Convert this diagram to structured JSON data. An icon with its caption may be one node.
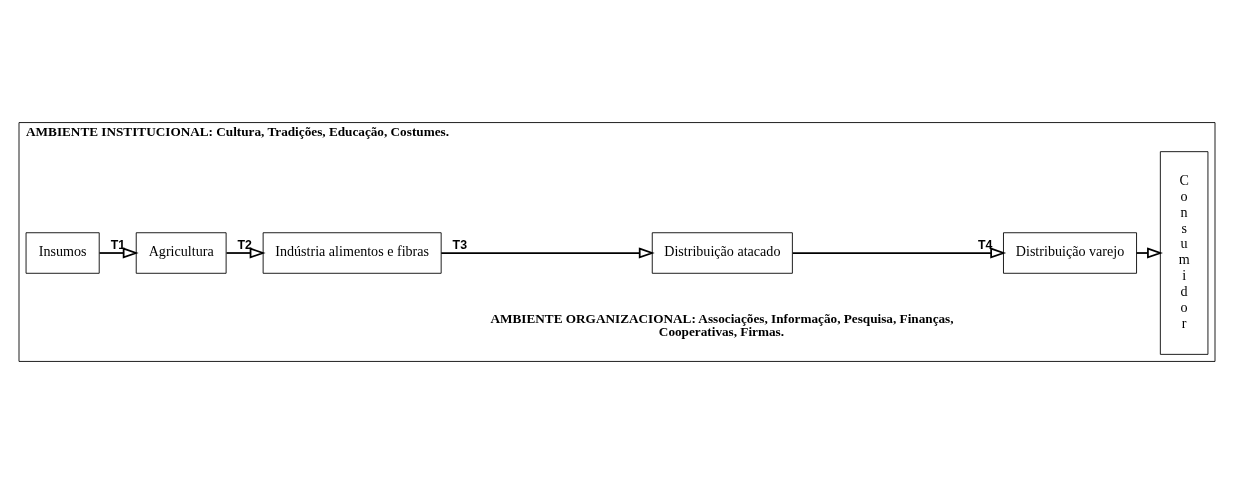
{
  "diagram": {
    "nodes": [
      {
        "text": [
          "AMBIENTE INSTITUCIONAL: Cultura, Tradições, Educação, Costumes.",
          "AMBIENTE ORGANIZACIONAL: Associações, Informação, Pesquisa, Finanças, Cooperativas, Firmas."
        ]
      },
      {
        "text": [
          "Insumos"
        ],
        "in": 0
      },
      {
        "text": [
          "Agricultura"
        ],
        "in": 0
      },
      {
        "text": [
          "Indústria alimentos e fibras"
        ],
        "in": 0
      },
      {
        "text": [
          "Distribuição atacado"
        ],
        "in": 0
      },
      {
        "text": [
          "Distribuição varejo"
        ],
        "in": 0
      },
      {
        "text": [
          "Consumidor"
        ],
        "in": 0
      }
    ],
    "edges": [
      {
        "from": 1,
        "to": 2,
        "arrow": "to",
        "label": "T1"
      },
      {
        "from": 2,
        "to": 3,
        "arrow": "to",
        "label": "T2"
      },
      {
        "from": 3,
        "to": 4,
        "arrow": "to",
        "label": "T3"
      },
      {
        "from": 4,
        "to": 5,
        "arrow": "to",
        "label": "T4"
      },
      {
        "from": 5,
        "to": 6,
        "arrow": "to"
      }
    ]
  }
}
